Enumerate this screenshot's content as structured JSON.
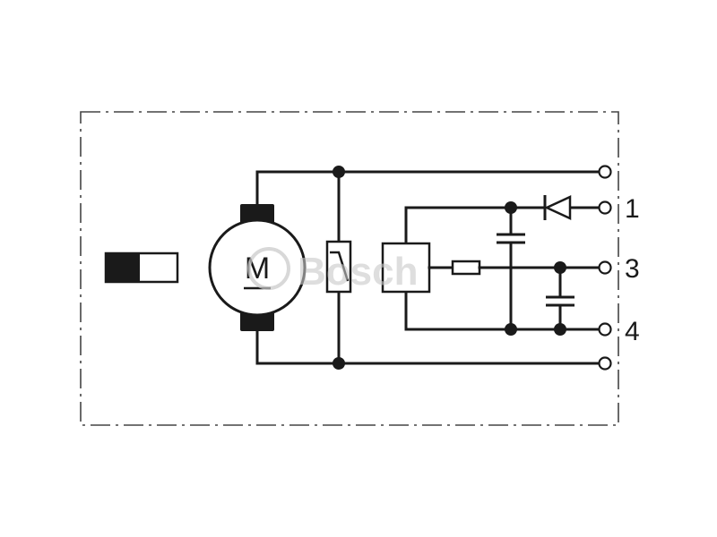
{
  "diagram": {
    "motor_label": "M",
    "terminals": [
      "1",
      "3",
      "4"
    ],
    "watermark": "Bosch",
    "colors": {
      "line": "#1a1a1a",
      "background": "#ffffff",
      "watermark": "#c8c8c8"
    }
  }
}
